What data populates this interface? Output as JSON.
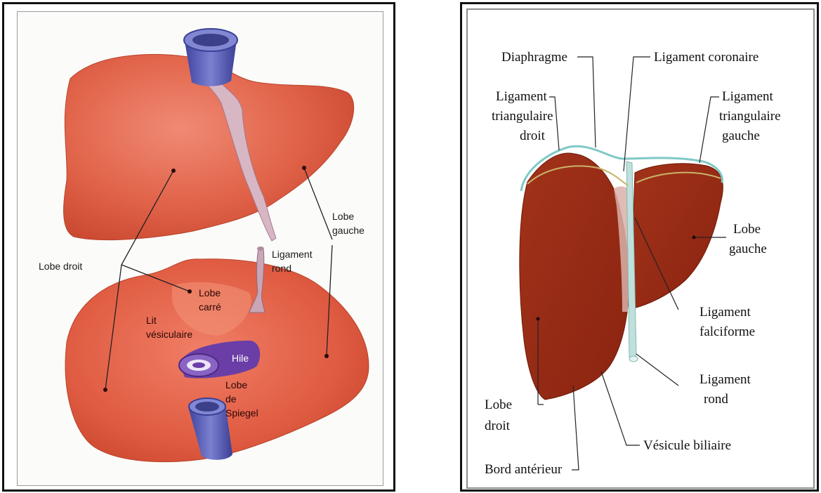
{
  "left_figure": {
    "labels": {
      "lobe_droit": "Lobe droit",
      "lobe_gauche_1": "Lobe",
      "lobe_gauche_2": "gauche",
      "ligament_rond_1": "Ligament",
      "ligament_rond_2": "rond",
      "lobe_carre_1": "Lobe",
      "lobe_carre_2": "carré",
      "lit_vesiculaire_1": "Lit",
      "lit_vesiculaire_2": "vésiculaire",
      "hile": "Hile",
      "lobe_spiegel_1": "Lobe",
      "lobe_spiegel_2": "de",
      "lobe_spiegel_3": "Spiegel"
    }
  },
  "right_figure": {
    "labels": {
      "diaphragme": "Diaphragme",
      "ligament_coronaire": "Ligament coronaire",
      "lig_tri_droit_1": "Ligament",
      "lig_tri_droit_2": "triangulaire",
      "lig_tri_droit_3": "droit",
      "lig_tri_gauche_1": "Ligament",
      "lig_tri_gauche_2": "triangulaire",
      "lig_tri_gauche_3": "gauche",
      "lobe_gauche_1": "Lobe",
      "lobe_gauche_2": "gauche",
      "lig_falciforme_1": "Ligament",
      "lig_falciforme_2": "falciforme",
      "lig_rond_1": "Ligament",
      "lig_rond_2": "rond",
      "lobe_droit_1": "Lobe",
      "lobe_droit_2": "droit",
      "vesicule_biliaire": "Vésicule biliaire",
      "bord_anterieur": "Bord antérieur"
    }
  },
  "colors": {
    "liver_light": "#e8705a",
    "liver_mid": "#d9523c",
    "liver_dark_right": "#9b2a14",
    "vessel_blue": "#5a5fb0",
    "vessel_purple": "#6a3ea6",
    "diaphragm_line": "#7fc9c6",
    "coronary_line": "#c8b46a"
  }
}
